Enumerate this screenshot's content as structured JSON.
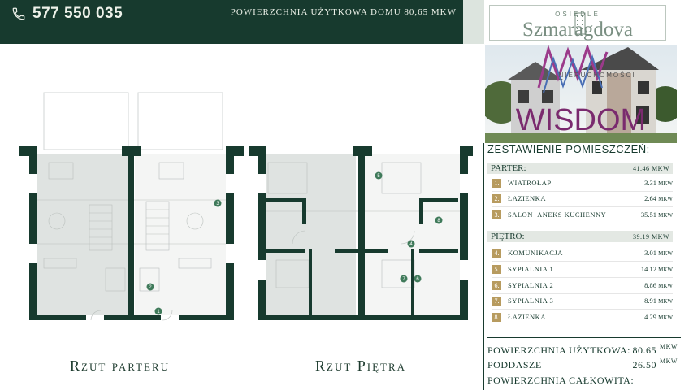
{
  "header": {
    "phone": "577 550 035",
    "area_total": "POWIERZCHNIA UŻYTKOWA DOMU 80,65 MKW"
  },
  "brand": {
    "small": "OSIEDLE",
    "name": "Szmaragdova"
  },
  "photo": {
    "overlay_logo": "WISDOM",
    "overlay_sub": "NIERUCHOMOŚCI"
  },
  "rooms_title": "ZESTAWIENIE POMIESZCZEŃ:",
  "parter": {
    "label": "PARTER:",
    "total": "41.46 MKW",
    "rooms": [
      {
        "num": "1.",
        "name": "WIATROŁAP",
        "area": "3.31",
        "unit": "MKW"
      },
      {
        "num": "2.",
        "name": "ŁAZIENKA",
        "area": "2.64",
        "unit": "MKW"
      },
      {
        "num": "3.",
        "name": "SALON+ANEKS KUCHENNY",
        "area": "35.51",
        "unit": "MKW"
      }
    ]
  },
  "pietro": {
    "label": "PIĘTRO:",
    "total": "39.19 MKW",
    "rooms": [
      {
        "num": "4.",
        "name": "KOMUNIKACJA",
        "area": "3.01",
        "unit": "MKW"
      },
      {
        "num": "5.",
        "name": "SYPIALNIA 1",
        "area": "14.12",
        "unit": "MKW"
      },
      {
        "num": "6.",
        "name": "SYPIALNIA 2",
        "area": "8.86",
        "unit": "MKW"
      },
      {
        "num": "7.",
        "name": "SYPIALNIA 3",
        "area": "8.91",
        "unit": "MKW"
      },
      {
        "num": "8.",
        "name": "ŁAZIENKA",
        "area": "4.29",
        "unit": "MKW"
      }
    ]
  },
  "summary": [
    {
      "label": "POWIERZCHNIA UŻYTKOWA:",
      "value": "80.65",
      "unit": "MKW"
    },
    {
      "label": "PODDASZE",
      "value": "26.50",
      "unit": "MKW"
    },
    {
      "label": "POWIERZCHNIA CAŁKOWITA:",
      "value": "",
      "unit": ""
    }
  ],
  "plans": {
    "ground_label": "Rzut parteru",
    "first_label": "Rzut Piętra",
    "markers": [
      "1",
      "2",
      "3",
      "4",
      "5",
      "6",
      "7",
      "8"
    ]
  },
  "colors": {
    "dark_green": "#173a2e",
    "gold": "#b79b5f",
    "grey_fill": "#e3e8e3",
    "marker_green": "#3f7a5a"
  }
}
